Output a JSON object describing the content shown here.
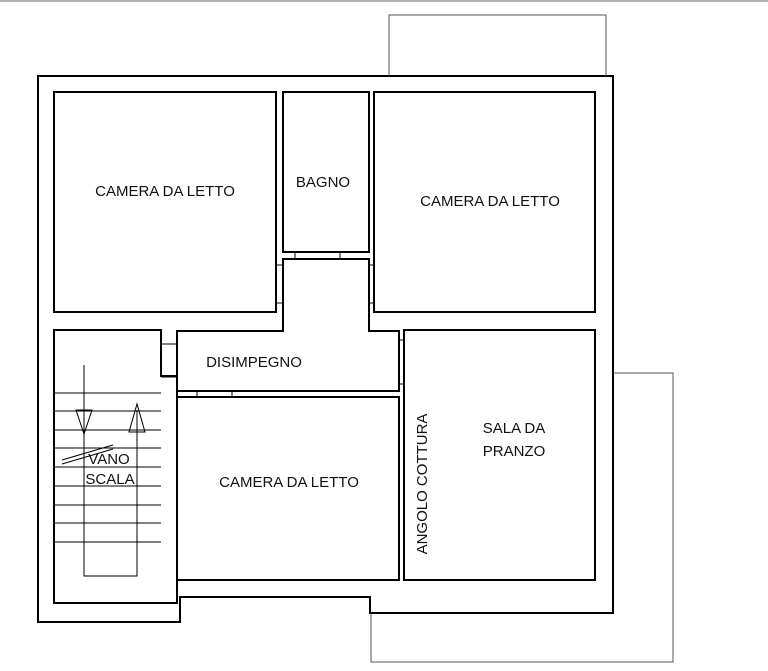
{
  "plan": {
    "rooms": {
      "bedroom_top_left": {
        "label": "CAMERA DA LETTO"
      },
      "bathroom": {
        "label": "BAGNO"
      },
      "bedroom_top_right": {
        "label": "CAMERA DA LETTO"
      },
      "hallway": {
        "label": "DISIMPEGNO"
      },
      "stairwell": {
        "line1": "VANO",
        "line2": "SCALA"
      },
      "bedroom_bottom": {
        "label": "CAMERA DA LETTO"
      },
      "kitchenette": {
        "label": "ANGOLO COTTURA"
      },
      "dining_room": {
        "line1": "SALA DA",
        "line2": "PRANZO"
      }
    }
  }
}
